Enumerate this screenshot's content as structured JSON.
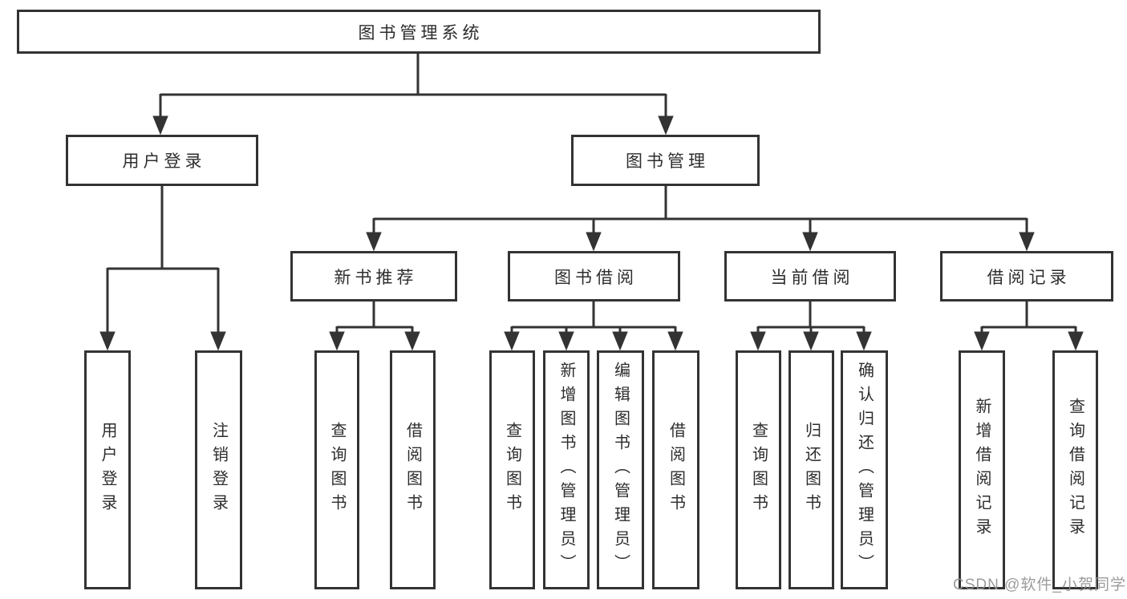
{
  "diagram": {
    "watermark": "CSDN @软件_小贺同学",
    "colors": {
      "line": "#333333",
      "text": "#2d2d2d",
      "background": "#ffffff",
      "watermark": "#919191"
    },
    "tree": {
      "label": "图书管理系统",
      "children": [
        {
          "label": "用户登录",
          "children": [
            {
              "label": "用户登录"
            },
            {
              "label": "注销登录"
            }
          ]
        },
        {
          "label": "图书管理",
          "children": [
            {
              "label": "新书推荐",
              "children": [
                {
                  "label": "查询图书"
                },
                {
                  "label": "借阅图书"
                }
              ]
            },
            {
              "label": "图书借阅",
              "children": [
                {
                  "label": "查询图书"
                },
                {
                  "label": "新增图书（管理员）"
                },
                {
                  "label": "编辑图书（管理员）"
                },
                {
                  "label": "借阅图书"
                }
              ]
            },
            {
              "label": "当前借阅",
              "children": [
                {
                  "label": "查询图书"
                },
                {
                  "label": "归还图书"
                },
                {
                  "label": "确认归还（管理员）"
                }
              ]
            },
            {
              "label": "借阅记录",
              "children": [
                {
                  "label": "新增借阅记录"
                },
                {
                  "label": "查询借阅记录"
                }
              ]
            }
          ]
        }
      ]
    }
  }
}
